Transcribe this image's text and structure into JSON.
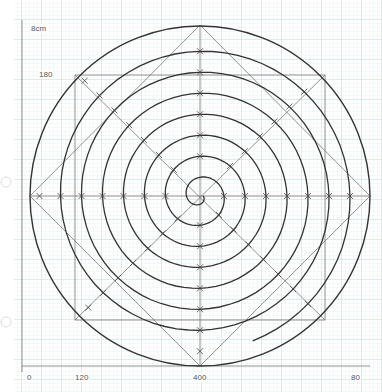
{
  "diagram": {
    "labels": [
      "8cm",
      "180",
      "0",
      "120",
      "400",
      "80"
    ]
  }
}
